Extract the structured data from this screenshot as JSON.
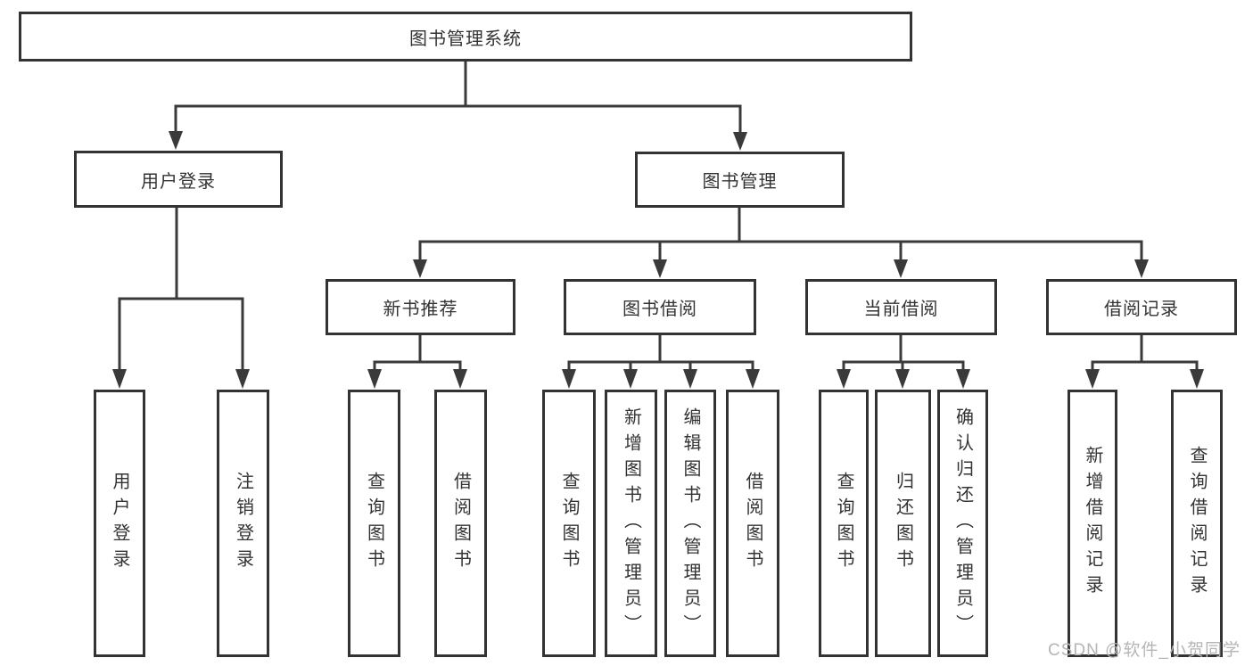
{
  "colors": {
    "background": "#ffffff",
    "line": "#3a3a3a",
    "box_border": "#333333",
    "text": "#333333",
    "watermark": "#b5b5b5"
  },
  "watermark": {
    "text": "CSDN @软件_小贺同学"
  },
  "tree": {
    "root": {
      "label": "图书管理系统"
    },
    "branches": [
      {
        "label": "用户登录",
        "children": [
          {
            "label": "用户登录"
          },
          {
            "label": "注销登录"
          }
        ]
      },
      {
        "label": "图书管理",
        "children": [
          {
            "label": "新书推荐",
            "children": [
              {
                "label": "查询图书"
              },
              {
                "label": "借阅图书"
              }
            ]
          },
          {
            "label": "图书借阅",
            "children": [
              {
                "label": "查询图书"
              },
              {
                "label": "新增图书（管理员）"
              },
              {
                "label": "编辑图书（管理员）"
              },
              {
                "label": "借阅图书"
              }
            ]
          },
          {
            "label": "当前借阅",
            "children": [
              {
                "label": "查询图书"
              },
              {
                "label": "归还图书"
              },
              {
                "label": "确认归还（管理员）"
              }
            ]
          },
          {
            "label": "借阅记录",
            "children": [
              {
                "label": "新增借阅记录"
              },
              {
                "label": "查询借阅记录"
              }
            ]
          }
        ]
      }
    ]
  }
}
